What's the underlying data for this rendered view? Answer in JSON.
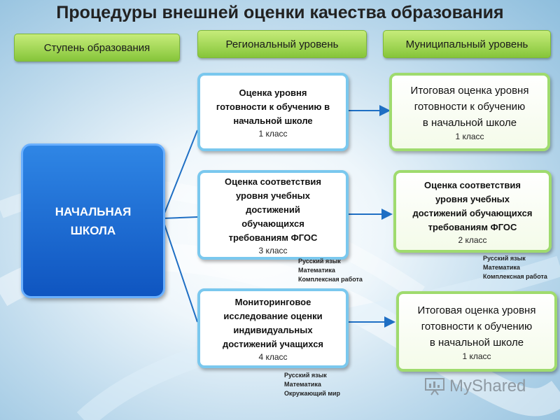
{
  "title": "Процедуры внешней оценки качества образования",
  "headers": {
    "level": "Ступень образования",
    "regional": "Региональный уровень",
    "municipal": "Муниципальный уровень"
  },
  "main_block": {
    "line1": "НАЧАЛЬНАЯ",
    "line2": "ШКОЛА"
  },
  "regional": [
    {
      "lines": [
        "Оценка уровня",
        "готовности к обучению в",
        "начальной школе"
      ],
      "grade": "1 класс"
    },
    {
      "lines": [
        "Оценка соответствия",
        "уровня учебных",
        "достижений",
        "обучающихся",
        "требованиям ФГОС"
      ],
      "grade": "3 класс",
      "subjects": [
        "Русский язык",
        "Математика",
        "Комплексная работа"
      ]
    },
    {
      "lines": [
        "Мониторинговое",
        "исследование оценки",
        "индивидуальных",
        "достижений учащихся"
      ],
      "grade": "4 класс",
      "subjects": [
        "Русский язык",
        "Математика",
        "Окружающий мир"
      ]
    }
  ],
  "municipal": [
    {
      "lines": [
        "Итоговая оценка уровня",
        "готовности к обучению",
        "в начальной школе"
      ],
      "grade": "1 класс"
    },
    {
      "lines": [
        "Оценка соответствия",
        "уровня учебных",
        "достижений обучающихся",
        "требованиям ФГОС"
      ],
      "grade": "2 класс",
      "subjects": [
        "Русский язык",
        "Математика",
        "Комплексная работа"
      ]
    },
    {
      "lines": [
        "Итоговая оценка уровня",
        "готовности к обучению",
        "в начальной школе"
      ],
      "grade": "1 класс"
    }
  ],
  "watermark": "MyShared",
  "colors": {
    "green_header": "#86c53a",
    "main_blue": "#0f55c0",
    "connector": "#1f6fc4",
    "blue_border": "#7ac8ee",
    "green_border": "#9fdb6e"
  }
}
